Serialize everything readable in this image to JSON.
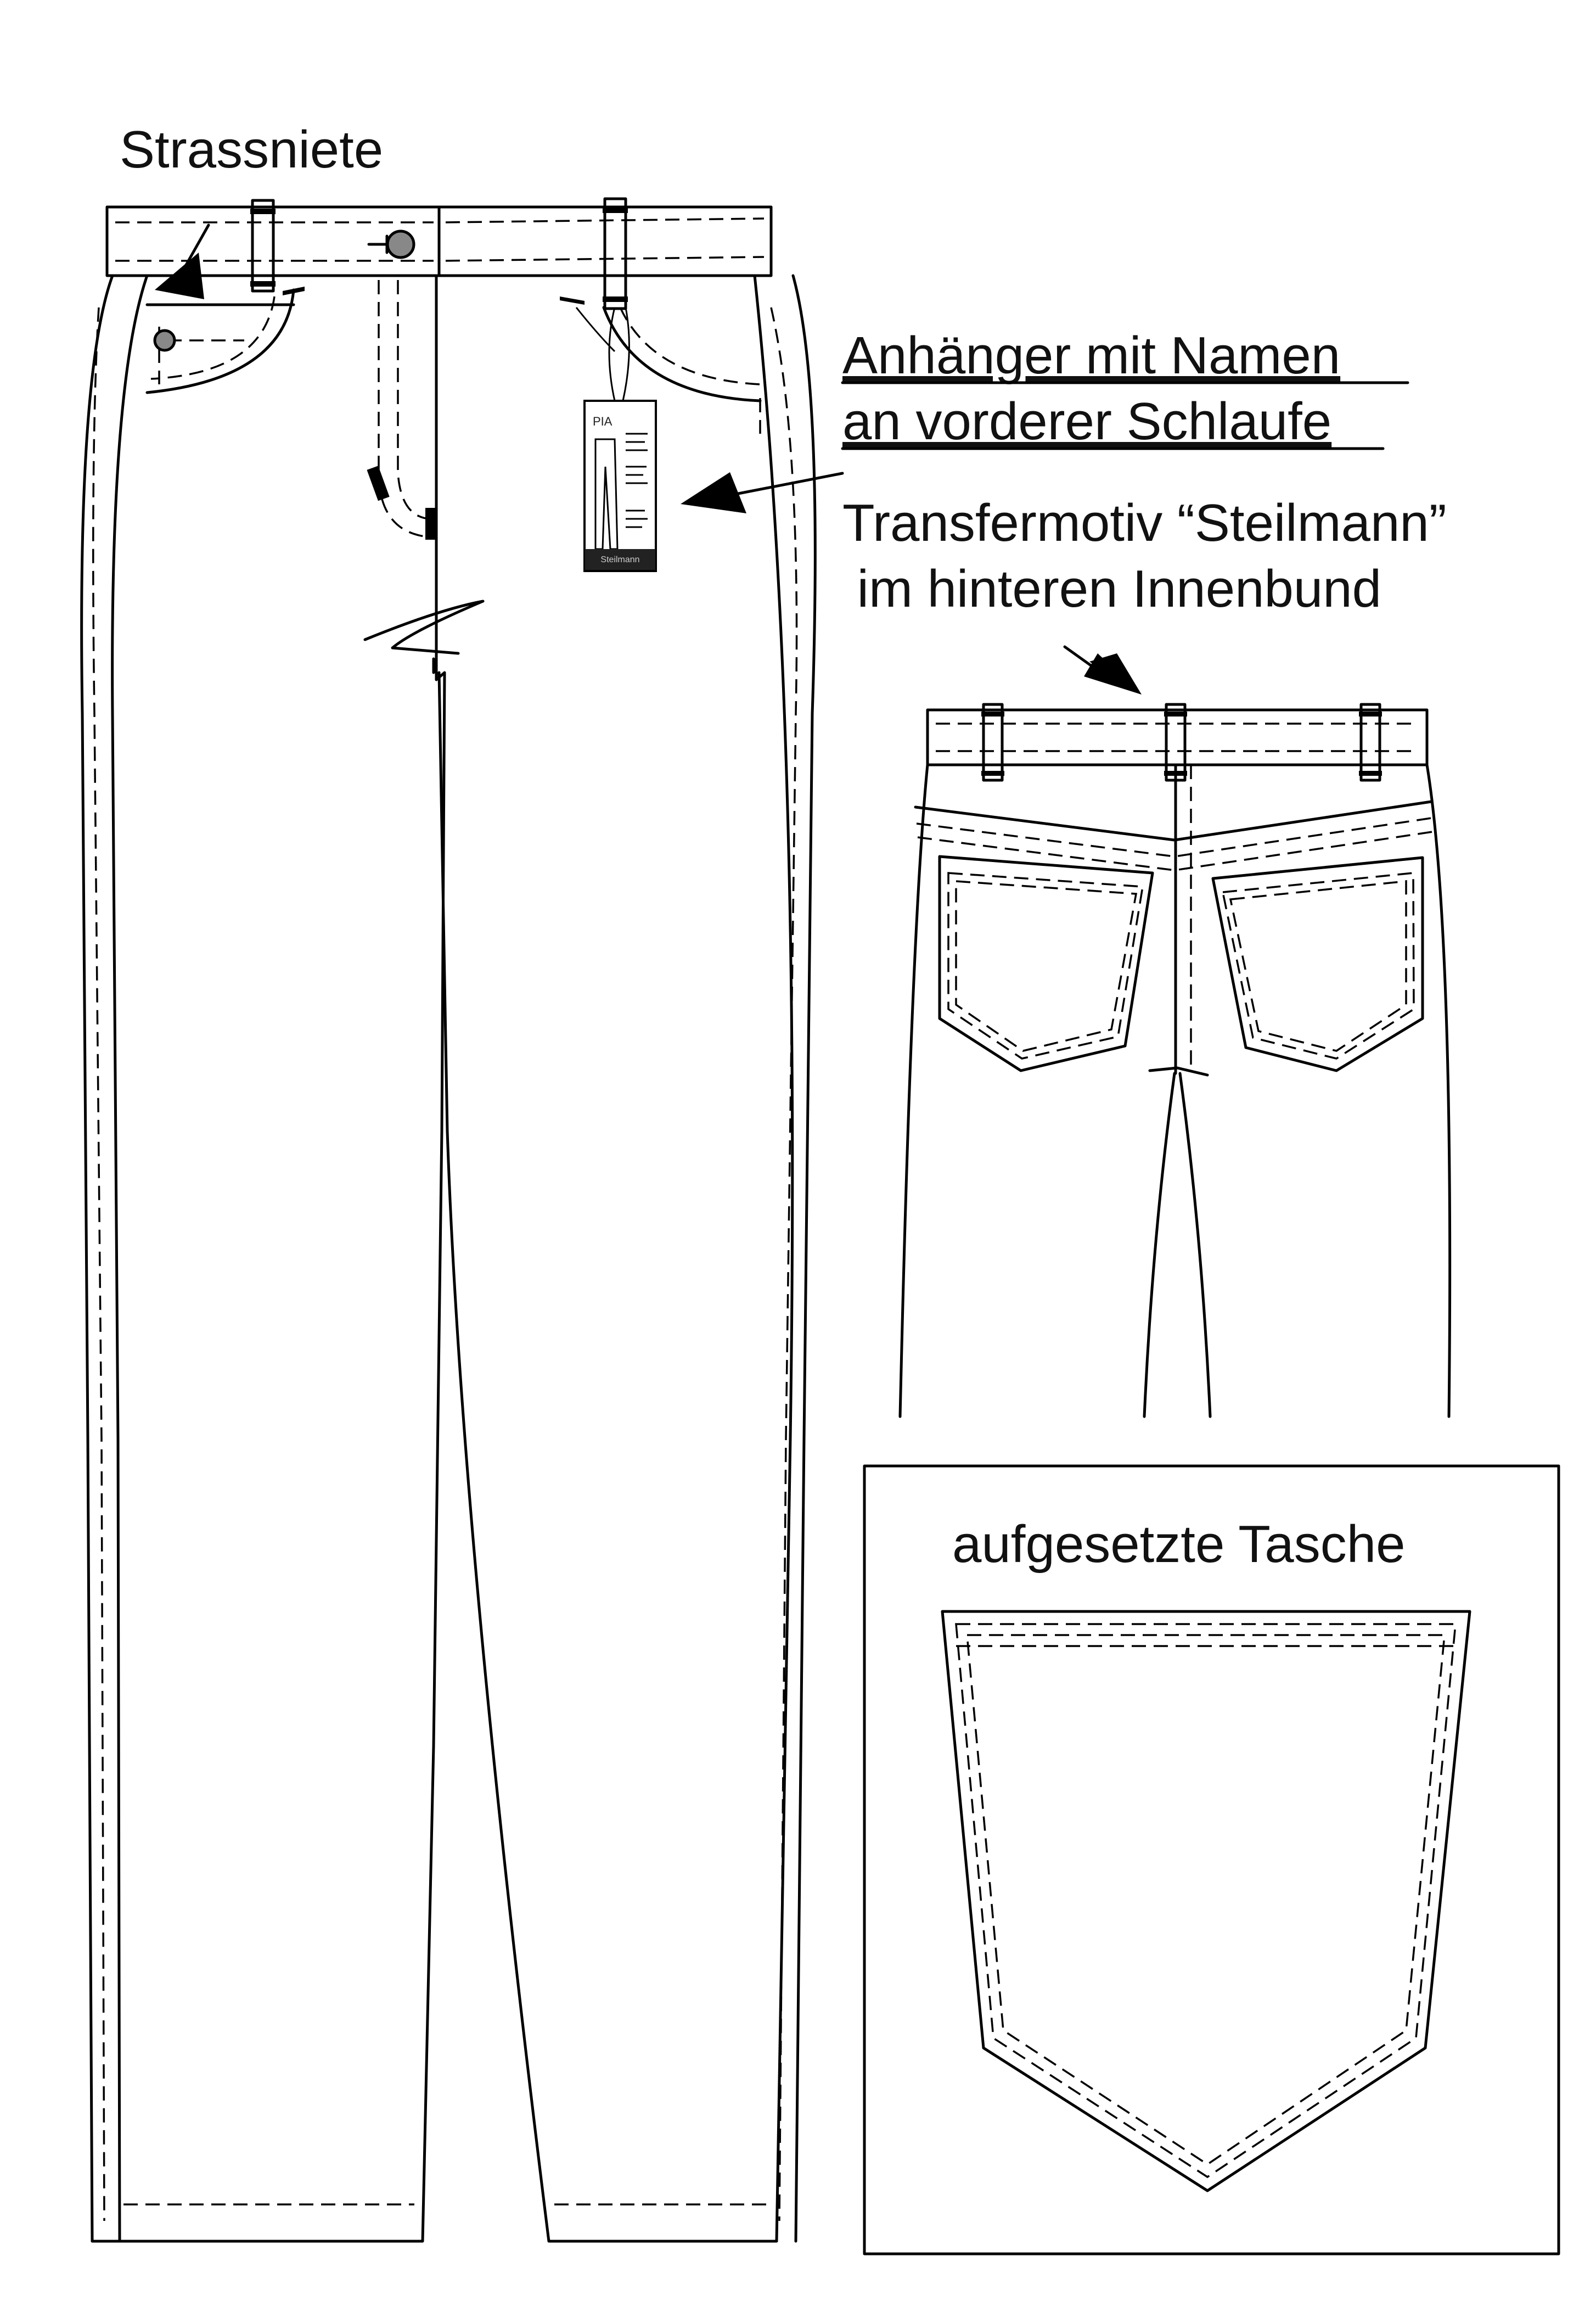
{
  "labels": {
    "rivet": "Strassniete",
    "tag_line1": "Anhänger mit Namen ",
    "tag_line2": "an vorderer Schlaufe",
    "transfer_line1": "Transfermotiv “Steilmann”",
    "transfer_line2": " im hinteren Innenbund",
    "patch_pocket": "aufgesetzte Tasche"
  },
  "hang_tag": {
    "name": "PIA",
    "brand": "Steilmann"
  }
}
